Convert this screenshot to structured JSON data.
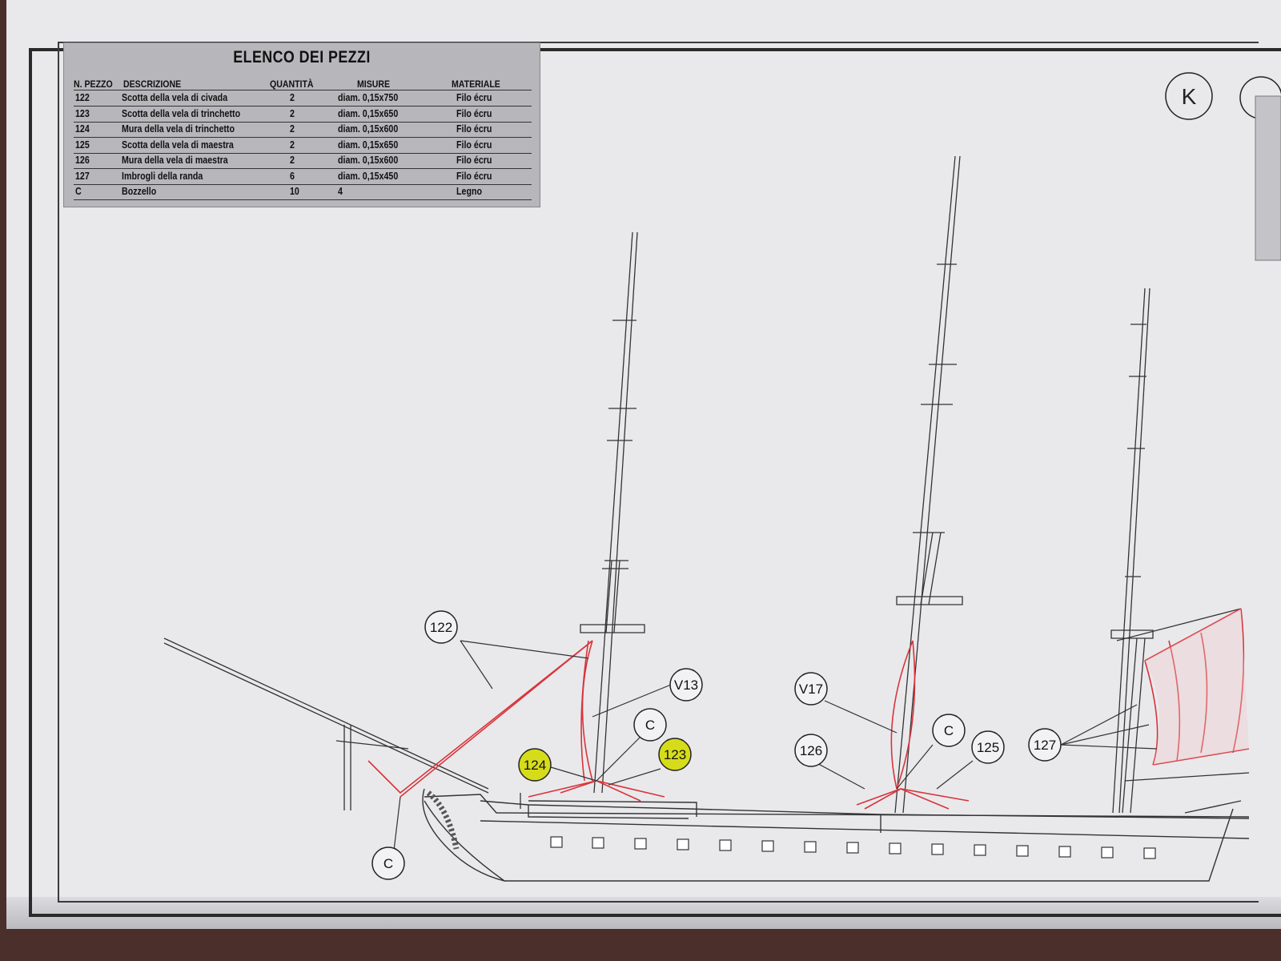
{
  "table": {
    "title": "ELENCO DEI PEZZI",
    "headers": [
      "N. PEZZO",
      "DESCRIZIONE",
      "QUANTITÀ",
      "MISURE",
      "MATERIALE"
    ],
    "rows": [
      [
        "122",
        "Scotta della vela di civada",
        "2",
        "diam. 0,15x750",
        "Filo écru"
      ],
      [
        "123",
        "Scotta della vela di trinchetto",
        "2",
        "diam. 0,15x650",
        "Filo écru"
      ],
      [
        "124",
        "Mura della vela di trinchetto",
        "2",
        "diam. 0,15x600",
        "Filo écru"
      ],
      [
        "125",
        "Scotta della vela di maestra",
        "2",
        "diam. 0,15x650",
        "Filo écru"
      ],
      [
        "126",
        "Mura della vela di maestra",
        "2",
        "diam. 0,15x600",
        "Filo écru"
      ],
      [
        "127",
        "Imbrogli della randa",
        "6",
        "diam. 0,15x450",
        "Filo écru"
      ],
      [
        "C",
        "Bozzello",
        "10",
        "4",
        "Legno"
      ]
    ]
  },
  "sheet_mark": "K",
  "callouts": {
    "c122": "122",
    "v13": "V13",
    "c_fore": "C",
    "c123": "123",
    "c124": "124",
    "c_bow": "C",
    "v17": "V17",
    "c_main": "C",
    "c126": "126",
    "c125": "125",
    "c127": "127"
  },
  "colors": {
    "rigging_red": "#d8343a",
    "highlight": "#d6dc1a",
    "line": "#333333"
  }
}
